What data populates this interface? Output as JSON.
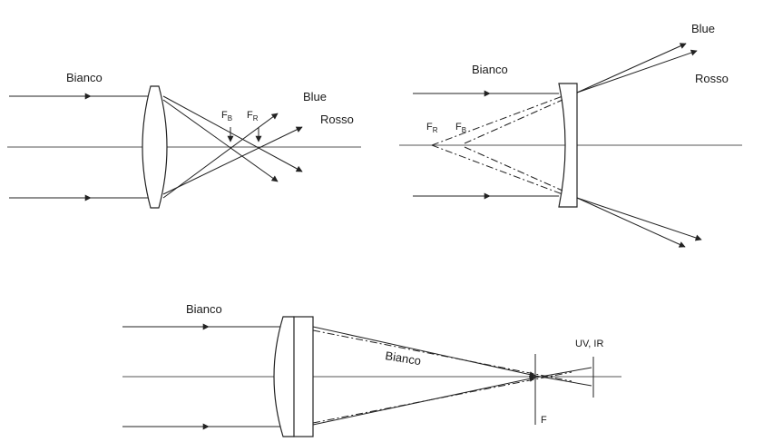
{
  "diagrams": {
    "converging": {
      "incoming_label": "Bianco",
      "focus_blue_label": "F",
      "focus_blue_sub": "B",
      "focus_red_label": "F",
      "focus_red_sub": "R",
      "ray_blue_label": "Blue",
      "ray_red_label": "Rosso"
    },
    "diverging": {
      "incoming_label": "Bianco",
      "focus_red_label": "F",
      "focus_red_sub": "R",
      "focus_blue_label": "F",
      "focus_blue_sub": "B",
      "ray_blue_label": "Blue",
      "ray_red_label": "Rosso"
    },
    "achromat": {
      "incoming_label": "Bianco",
      "inner_label": "Bianco",
      "uv_ir_label": "UV, IR",
      "focus_label": "F"
    }
  }
}
